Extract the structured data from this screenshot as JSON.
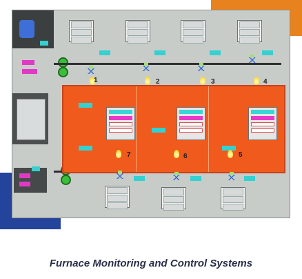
{
  "caption": "Furnace Monitoring and Control Systems",
  "zone_numbers": [
    "1",
    "2",
    "3",
    "4",
    "7",
    "6",
    "5"
  ],
  "colors": {
    "accent_orange": "#e8821e",
    "accent_blue": "#24439a",
    "furnace": "#f05a1c",
    "screen_bg": "#c7ccc9"
  }
}
